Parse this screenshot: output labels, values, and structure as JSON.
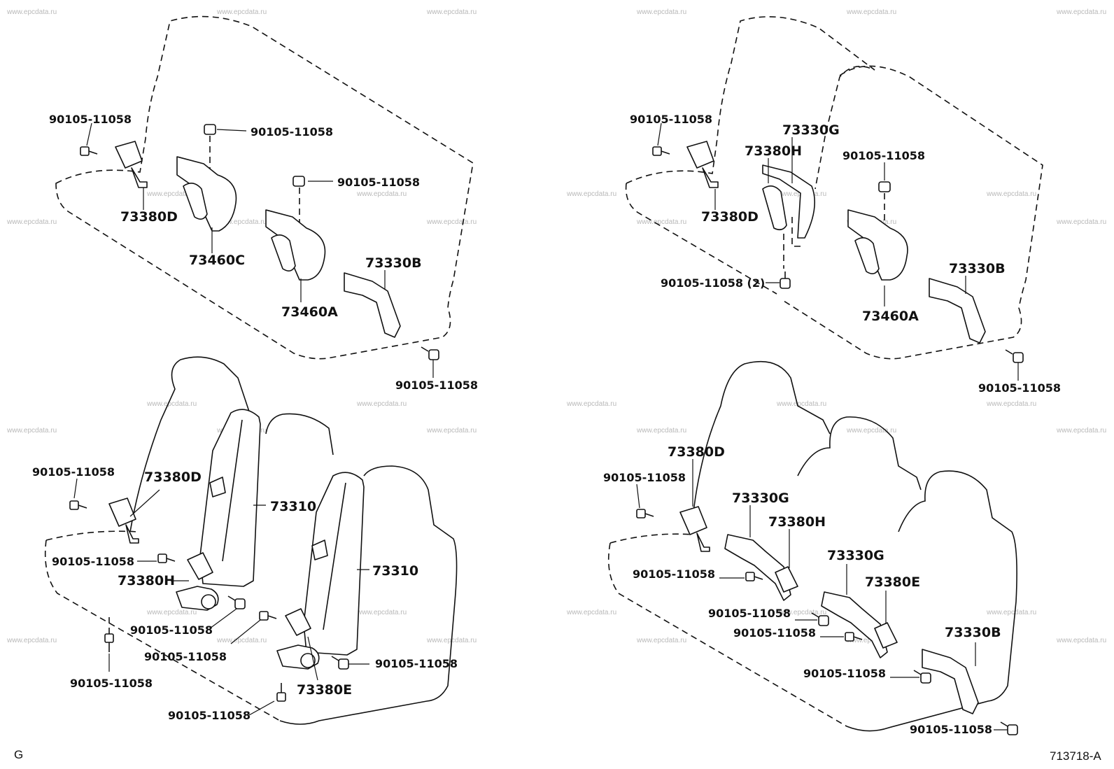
{
  "watermark": "www.epcdata.ru",
  "corner_left": "G",
  "corner_right": "713718-A",
  "labels": {
    "p1_bolt_left": "90105-11058",
    "p1_bolt_top": "90105-11058",
    "p1_bolt_mid": "90105-11058",
    "p1_bolt_bottom": "90105-11058",
    "p1_73380D": "73380D",
    "p1_73460C": "73460C",
    "p1_73460A": "73460A",
    "p1_73330B": "73330B",
    "p2_bolt_left": "90105-11058",
    "p2_bolt_mid": "90105-11058",
    "p2_bolt_two": "90105-11058 (2)",
    "p2_bolt_bottom": "90105-11058",
    "p2_73330G": "73330G",
    "p2_73380H": "73380H",
    "p2_73380D": "73380D",
    "p2_73330B": "73330B",
    "p2_73460A": "73460A",
    "p3_bolt_left": "90105-11058",
    "p3_73380D": "73380D",
    "p3_73310a": "73310",
    "p3_bolt_a": "90105-11058",
    "p3_73380H": "73380H",
    "p3_73310b": "73310",
    "p3_bolt_b": "90105-11058",
    "p3_bolt_c": "90105-11058",
    "p3_bolt_d": "90105-11058",
    "p3_bolt_e": "90105-11058",
    "p3_73380E": "73380E",
    "p3_bolt_f": "90105-11058",
    "p4_73380D": "73380D",
    "p4_bolt_left": "90105-11058",
    "p4_73330G_a": "73330G",
    "p4_73380H": "73380H",
    "p4_bolt_a": "90105-11058",
    "p4_73330G_b": "73330G",
    "p4_73380E": "73380E",
    "p4_bolt_b": "90105-11058",
    "p4_bolt_c": "90105-11058",
    "p4_73330B": "73330B",
    "p4_bolt_d": "90105-11058",
    "p4_bolt_e": "90105-11058"
  }
}
